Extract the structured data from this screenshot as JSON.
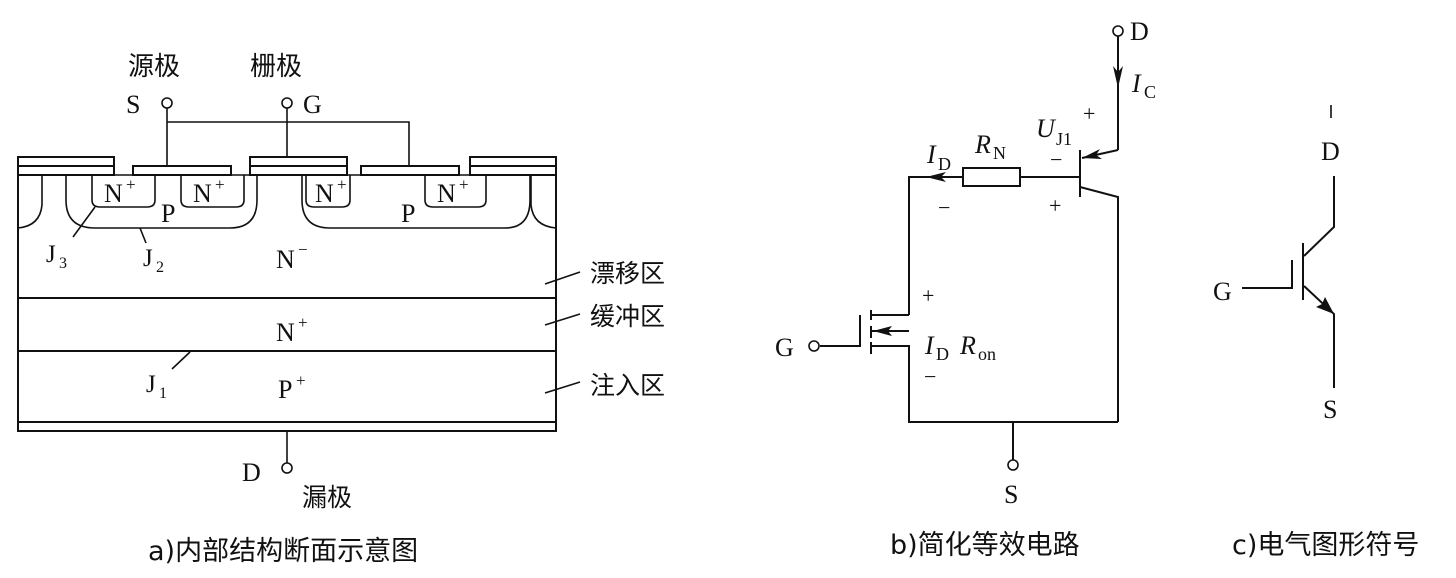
{
  "figure_a": {
    "caption": "a)内部结构断面示意图",
    "terminals": {
      "source": {
        "symbol": "S",
        "name": "源极"
      },
      "gate": {
        "symbol": "G",
        "name": "栅极"
      },
      "drain": {
        "symbol": "D",
        "name": "漏极"
      }
    },
    "regions": {
      "n_plus_wells": [
        "N",
        "N",
        "N",
        "N"
      ],
      "n_plus_sup": "+",
      "p_wells": [
        "P",
        "P"
      ],
      "drift": {
        "label": "N",
        "sup": "−"
      },
      "buffer": {
        "label": "N",
        "sup": "+"
      },
      "injection": {
        "label": "P",
        "sup": "+"
      }
    },
    "junctions": {
      "j1": {
        "base": "J",
        "sub": "1"
      },
      "j2": {
        "base": "J",
        "sub": "2"
      },
      "j3": {
        "base": "J",
        "sub": "3"
      }
    },
    "side_labels": [
      "漂移区",
      "缓冲区",
      "注入区"
    ]
  },
  "figure_b": {
    "caption": "b)简化等效电路",
    "terminals": {
      "drain": "D",
      "gate": "G",
      "source": "S"
    },
    "current_ic": {
      "base": "I",
      "sub": "C"
    },
    "current_id": {
      "base": "I",
      "sub": "D"
    },
    "resistor_rn": {
      "base": "R",
      "sub": "N"
    },
    "voltage_uj1": {
      "base": "U",
      "sub": "J1"
    },
    "mosfet_drop": {
      "i_base": "I",
      "i_sub": "D",
      "r_base": "R",
      "r_sub": "on"
    },
    "signs": {
      "plus": "+",
      "minus": "−"
    }
  },
  "figure_c": {
    "caption": "c)电气图形符号",
    "terminals": {
      "drain": "D",
      "gate": "G",
      "source": "S"
    }
  }
}
